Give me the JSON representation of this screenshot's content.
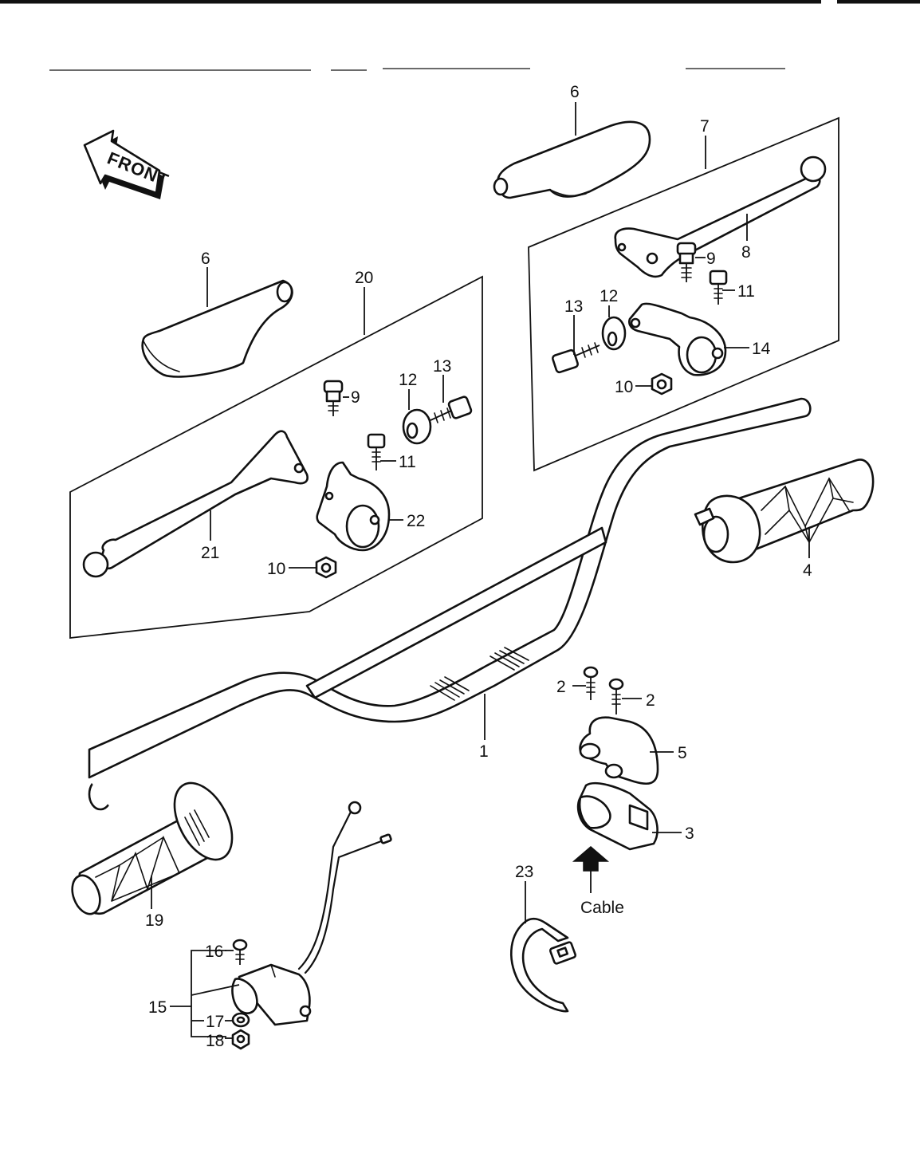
{
  "front_label": "FRONT",
  "cable_label": "Cable",
  "callouts": [
    {
      "id": "c1",
      "text": "1"
    },
    {
      "id": "c2a",
      "text": "2"
    },
    {
      "id": "c2b",
      "text": "2"
    },
    {
      "id": "c3",
      "text": "3"
    },
    {
      "id": "c4",
      "text": "4"
    },
    {
      "id": "c5",
      "text": "5"
    },
    {
      "id": "c6a",
      "text": "6"
    },
    {
      "id": "c6b",
      "text": "6"
    },
    {
      "id": "c7",
      "text": "7"
    },
    {
      "id": "c8",
      "text": "8"
    },
    {
      "id": "c9a",
      "text": "9"
    },
    {
      "id": "c9b",
      "text": "9"
    },
    {
      "id": "c10a",
      "text": "10"
    },
    {
      "id": "c10b",
      "text": "10"
    },
    {
      "id": "c11a",
      "text": "11"
    },
    {
      "id": "c11b",
      "text": "11"
    },
    {
      "id": "c12a",
      "text": "12"
    },
    {
      "id": "c12b",
      "text": "12"
    },
    {
      "id": "c13a",
      "text": "13"
    },
    {
      "id": "c13b",
      "text": "13"
    },
    {
      "id": "c14",
      "text": "14"
    },
    {
      "id": "c15",
      "text": "15"
    },
    {
      "id": "c16",
      "text": "16"
    },
    {
      "id": "c17",
      "text": "17"
    },
    {
      "id": "c18",
      "text": "18"
    },
    {
      "id": "c19",
      "text": "19"
    },
    {
      "id": "c20",
      "text": "20"
    },
    {
      "id": "c21",
      "text": "21"
    },
    {
      "id": "c22",
      "text": "22"
    },
    {
      "id": "c23",
      "text": "23"
    }
  ]
}
